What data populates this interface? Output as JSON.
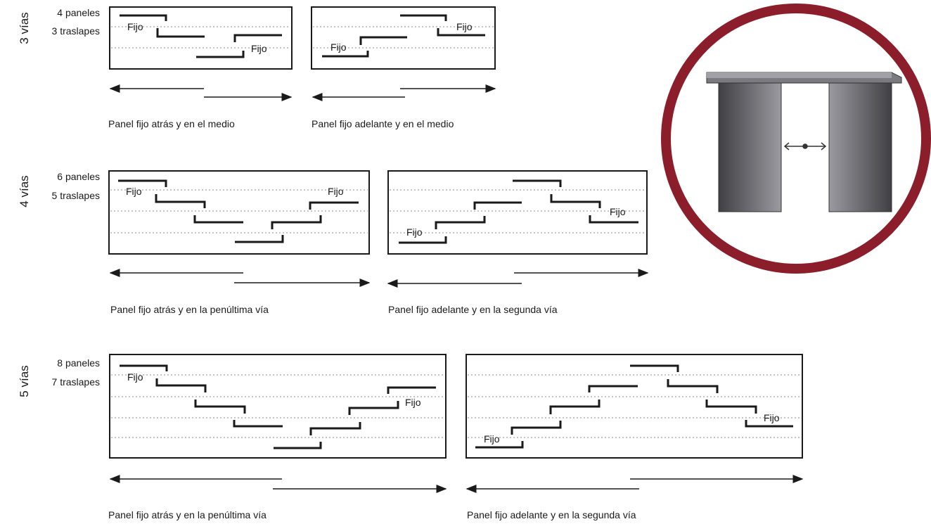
{
  "rows": [
    {
      "vias": "3 vías",
      "paneles": "4 paneles",
      "traslapes": "3 traslapes",
      "diagrams": [
        {
          "caption": "Panel fijo atrás y en el medio",
          "fijo": "Fijo"
        },
        {
          "caption": "Panel fijo adelante y en el medio",
          "fijo": "Fijo"
        }
      ]
    },
    {
      "vias": "4 vías",
      "paneles": "6 paneles",
      "traslapes": "5 traslapes",
      "diagrams": [
        {
          "caption": "Panel fijo atrás y en la penúltima vía",
          "fijo": "Fijo"
        },
        {
          "caption": "Panel fijo adelante y en la segunda vía",
          "fijo": "Fijo"
        }
      ]
    },
    {
      "vias": "5 vías",
      "paneles": "8 paneles",
      "traslapes": "7 traslapes",
      "diagrams": [
        {
          "caption": "Panel fijo atrás y en la penúltima vía",
          "fijo": "Fijo"
        },
        {
          "caption": "Panel fijo adelante y en la segunda vía",
          "fijo": "Fijo"
        }
      ]
    }
  ],
  "colors": {
    "frame": "#1a1a1a",
    "circle": "#8b1e2a",
    "panel_dark": "#3f3f44",
    "panel_light": "#9a9aa0"
  }
}
